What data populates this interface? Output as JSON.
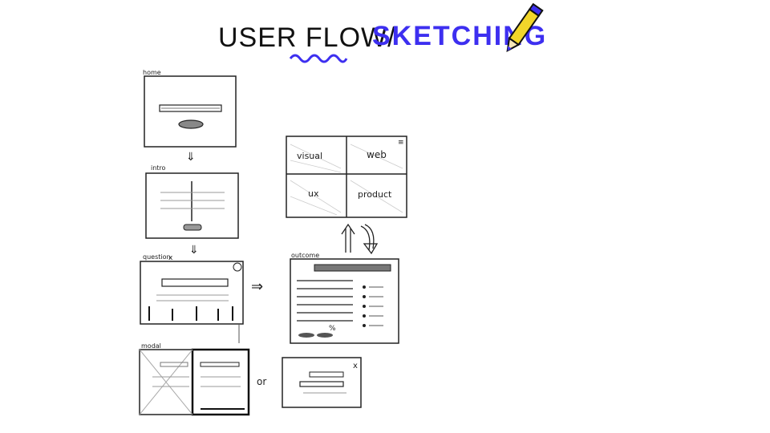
{
  "title": {
    "part1": "USER FLOW/",
    "part2": "SKETCHING",
    "accent_color": "#3d2ff0",
    "pencil_color": "#f2d62a"
  },
  "labels": {
    "screen1": "home",
    "screen2": "intro",
    "screen3": "question",
    "screen3_close": "x",
    "screen4": "modal",
    "screen5": "outcome",
    "or_text": "or",
    "percent": "%",
    "close_x": "x",
    "grid_visual": "visual",
    "grid_web": "web",
    "grid_ux": "ux",
    "grid_product": "product"
  },
  "icons": [
    "pencil-icon",
    "menu-icon",
    "close-icon",
    "down-arrow-icon",
    "right-arrow-icon",
    "up-arrow-icon"
  ]
}
